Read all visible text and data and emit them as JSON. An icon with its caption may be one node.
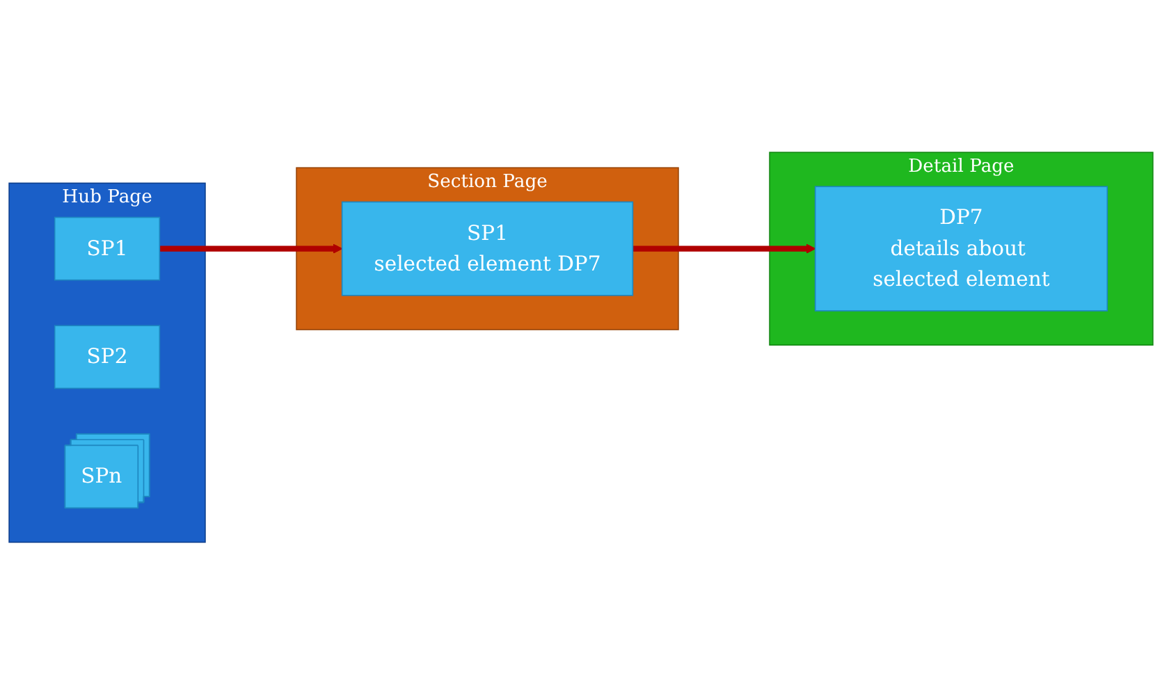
{
  "diagram": {
    "nodes": [
      {
        "text": [
          "Hub Page"
        ]
      },
      {
        "text": [
          "SP1"
        ],
        "in": 0
      },
      {
        "text": [
          "SP2"
        ],
        "in": 0
      },
      {
        "text": [
          "SPn"
        ],
        "in": 0
      },
      {
        "text": [
          "Section Page"
        ]
      },
      {
        "text": [
          "SP1",
          "selected element DP7"
        ],
        "in": 4
      },
      {
        "text": [
          "Detail Page"
        ]
      },
      {
        "text": [
          "DP7",
          "details about selected element"
        ],
        "in": 6
      }
    ],
    "edges": [
      {
        "from": 1,
        "to": 5,
        "arrow": "to"
      },
      {
        "from": 5,
        "to": 7,
        "arrow": "to"
      }
    ]
  }
}
